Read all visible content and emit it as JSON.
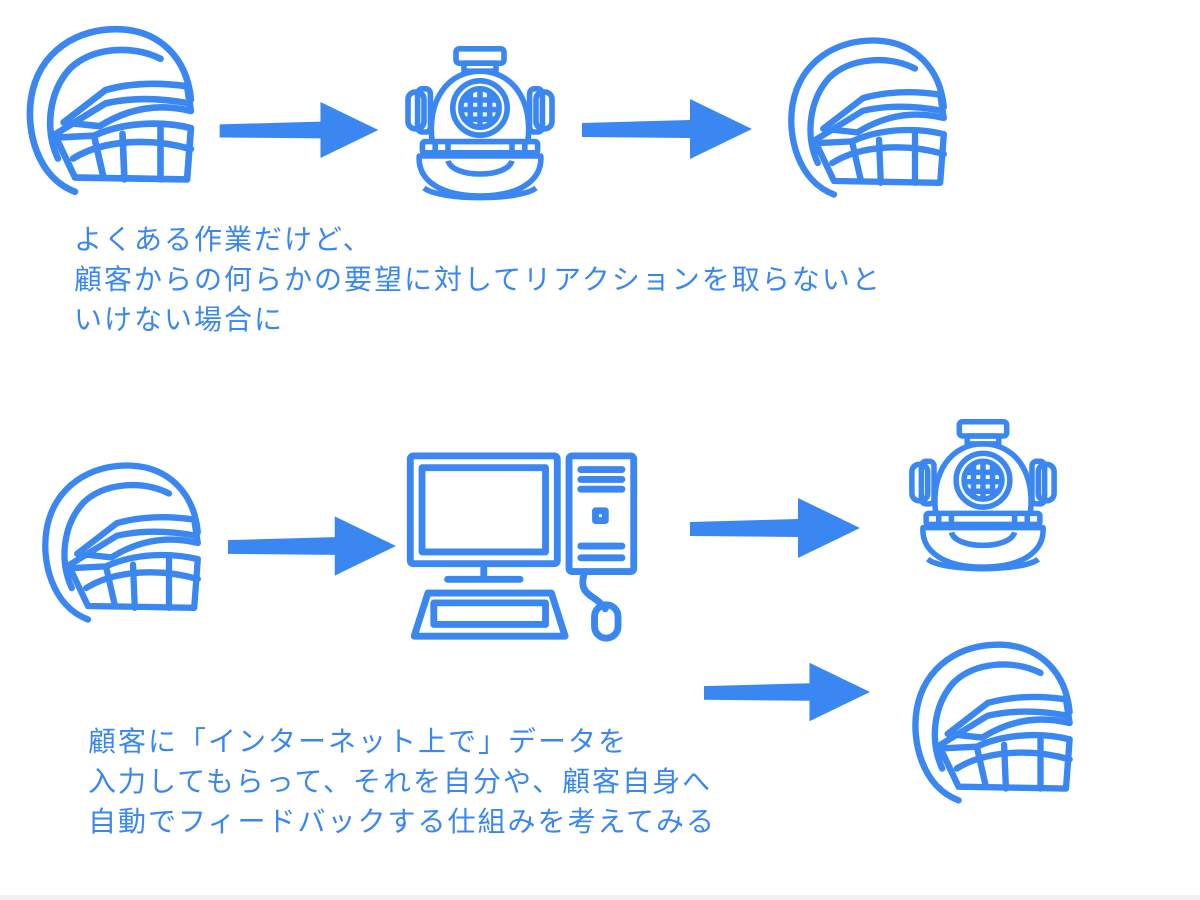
{
  "diagram": {
    "accent_color": "#3a87f2",
    "icons": {
      "person": "football-helmet-icon",
      "handler": "diving-helmet-icon",
      "system": "desktop-computer-icon"
    },
    "caption_top": {
      "line1": "よくある作業だけど、",
      "line2": "顧客からの何らかの要望に対してリアクションを取らないと",
      "line3": "いけない場合に"
    },
    "caption_bottom": {
      "line1": "顧客に「インターネット上で」データを",
      "line2": "入力してもらって、それを自分や、顧客自身へ",
      "line3": "自動でフィードバックする仕組みを考えてみる"
    }
  }
}
